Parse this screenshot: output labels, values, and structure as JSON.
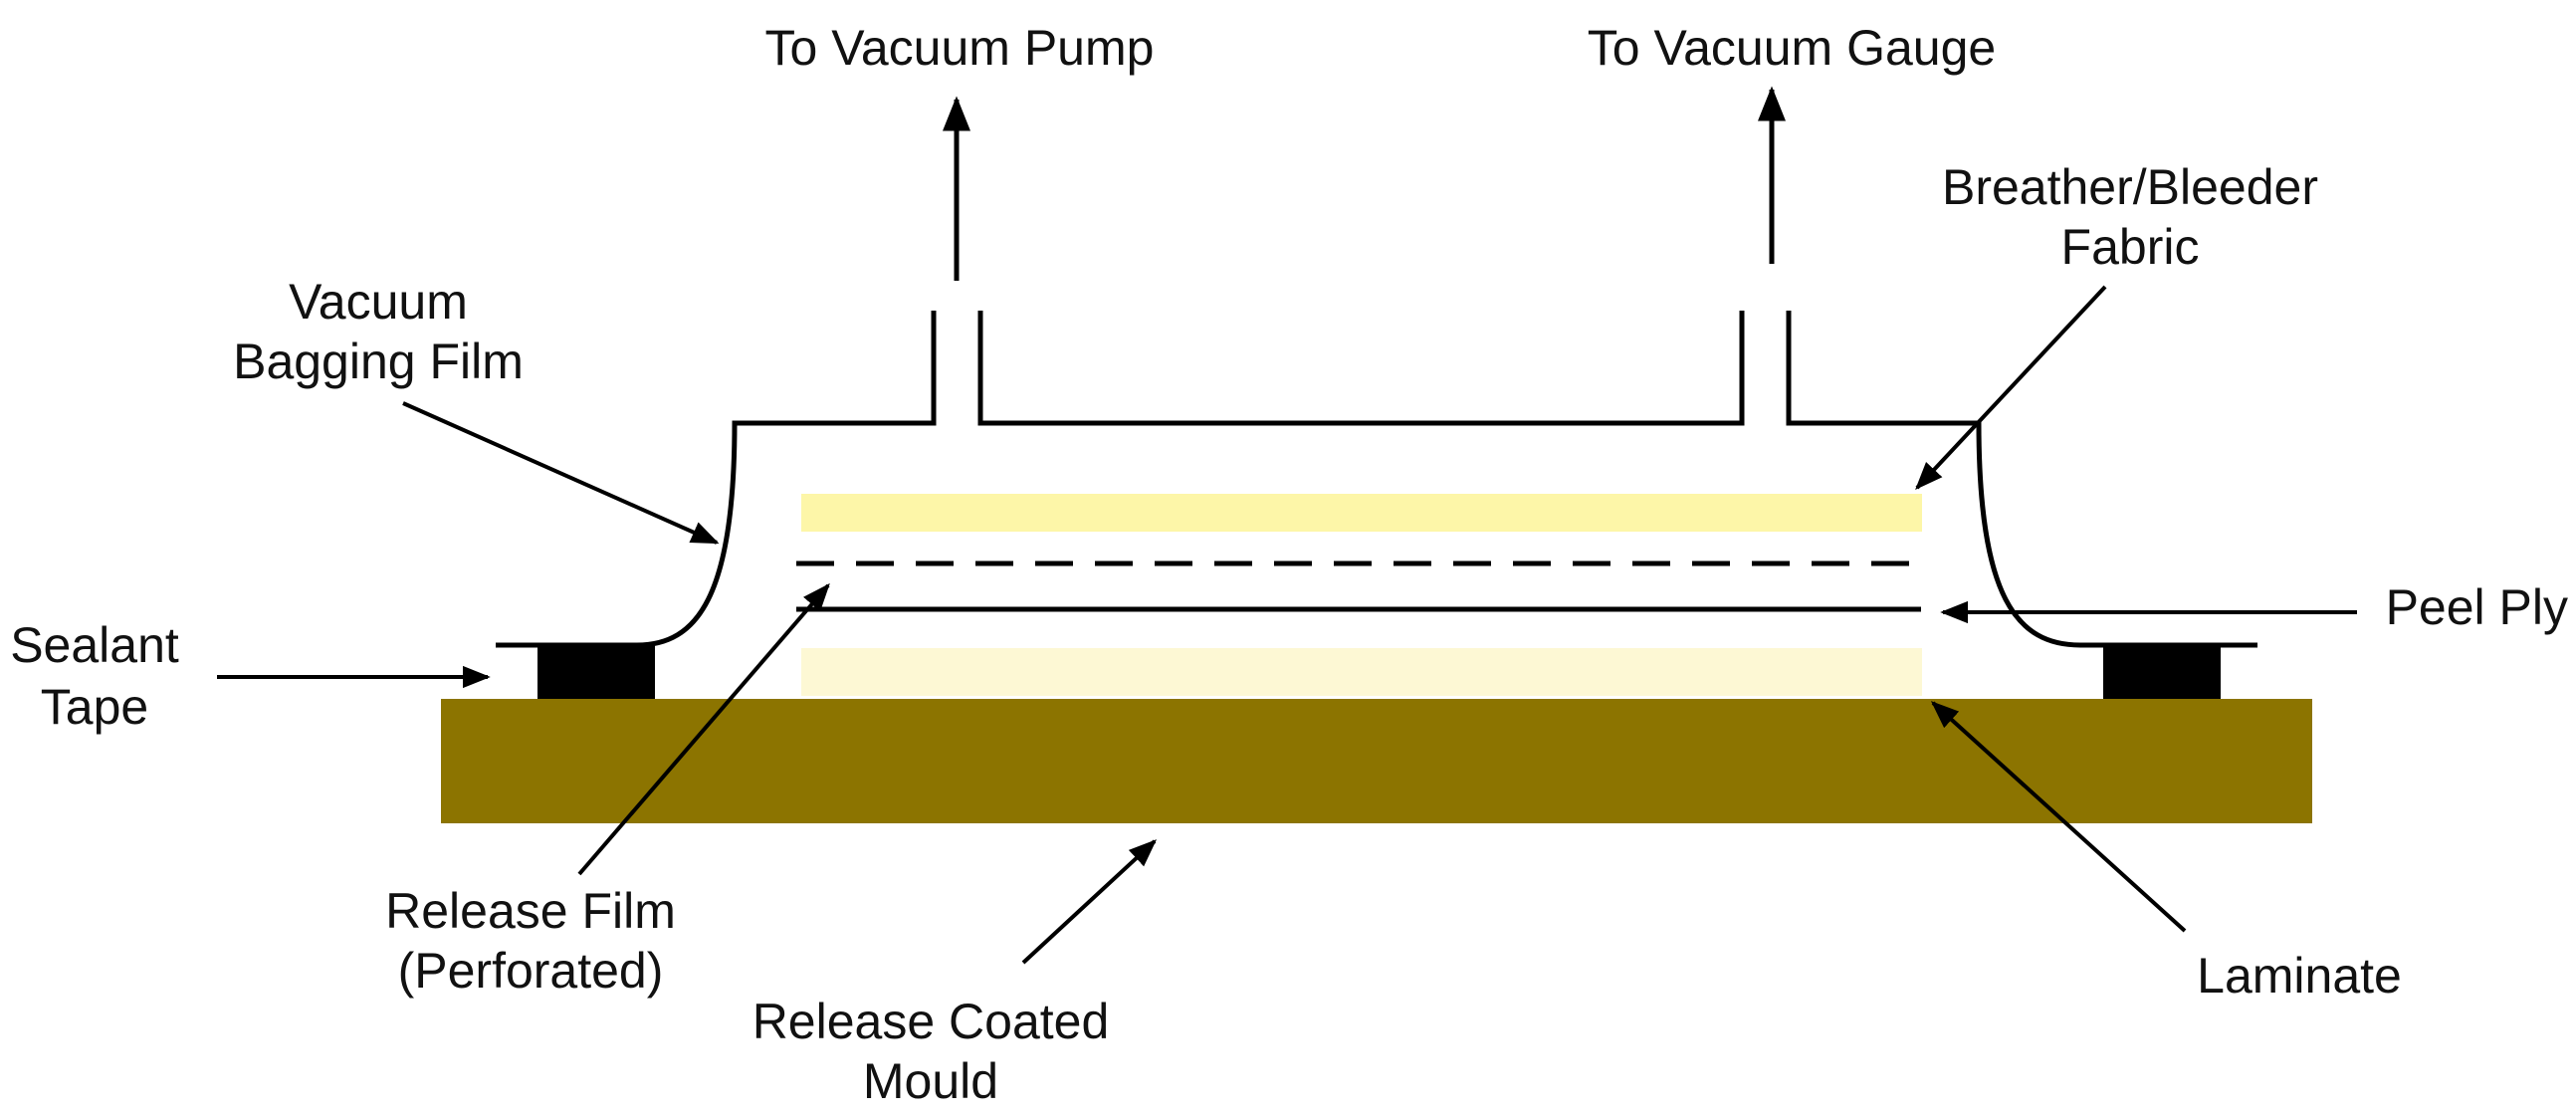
{
  "labels": {
    "pump": "To Vacuum Pump",
    "gauge": "To Vacuum Gauge",
    "breather_1": "Breather/Bleeder",
    "breather_2": "Fabric",
    "film_1": "Vacuum",
    "film_2": "Bagging Film",
    "peel": "Peel Ply",
    "sealant_1": "Sealant",
    "sealant_2": "Tape",
    "release_film_1": "Release Film",
    "release_film_2": "(Perforated)",
    "laminate": "Laminate",
    "mould_1": "Release Coated",
    "mould_2": "Mould"
  },
  "colors": {
    "mould": "#8c7400",
    "breather": "#fdf6a8",
    "laminate": "#fdf8d4",
    "sealant": "#000000",
    "line": "#000000"
  }
}
